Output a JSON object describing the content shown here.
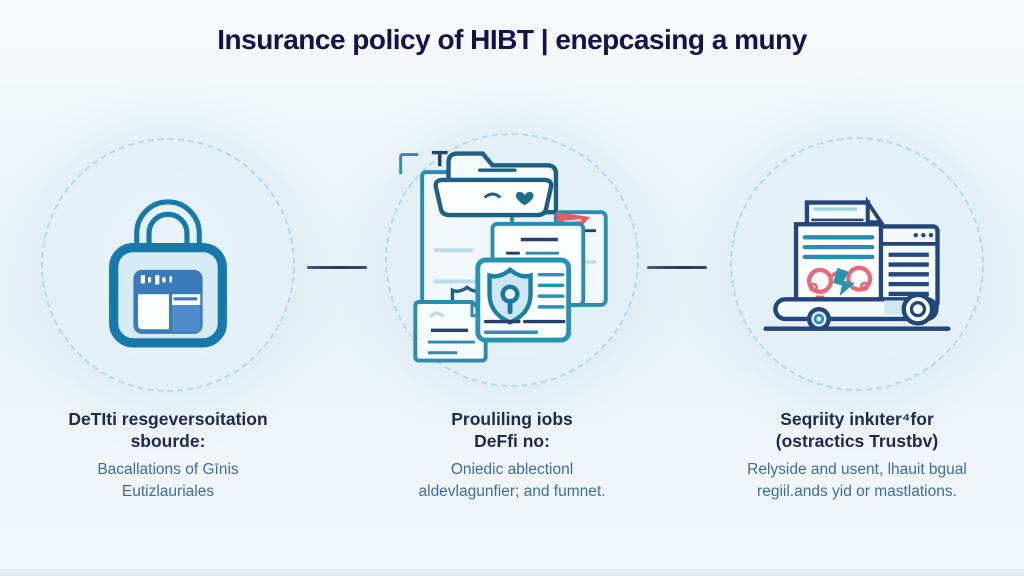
{
  "title": "Insurance policy of HIBT | enepcasing a muny",
  "features": [
    {
      "icon": "padlock-card-icon",
      "heading_lines": [
        "DeTIti resgeversoitation",
        "sbourde:"
      ],
      "body_lines": [
        "Bacallations of Gīnis",
        "Eutizlauriales"
      ]
    },
    {
      "icon": "documents-shield-icon",
      "heading_lines": [
        "Prouliling iobs",
        "DeFfi no:"
      ],
      "body_lines": [
        "Oniedic ablectionl",
        "aldevlagunfier; and fumnet."
      ]
    },
    {
      "icon": "laptop-documents-icon",
      "heading_lines": [
        "Seqriity inkıter⁴for",
        "(ostractics Trustbv)"
      ],
      "body_lines": [
        "Relyside and usent, lhauit bgual",
        "regiil.ands yid or mastlations."
      ]
    }
  ],
  "colors": {
    "background": "#f1f7fa",
    "title_text": "#12134a",
    "heading_text": "#23294e",
    "body_text": "#3e6ca6",
    "outline_navy": "#22457a",
    "outline_teal": "#2b8cb0",
    "lock_teal": "#1579ab",
    "accent_red": "#e25c6c",
    "accent_blue": "#3a7ab8",
    "circle_fill": "#e3f0f7",
    "circle_dash": "#b9d9e7",
    "connector": "#1e2a52"
  }
}
